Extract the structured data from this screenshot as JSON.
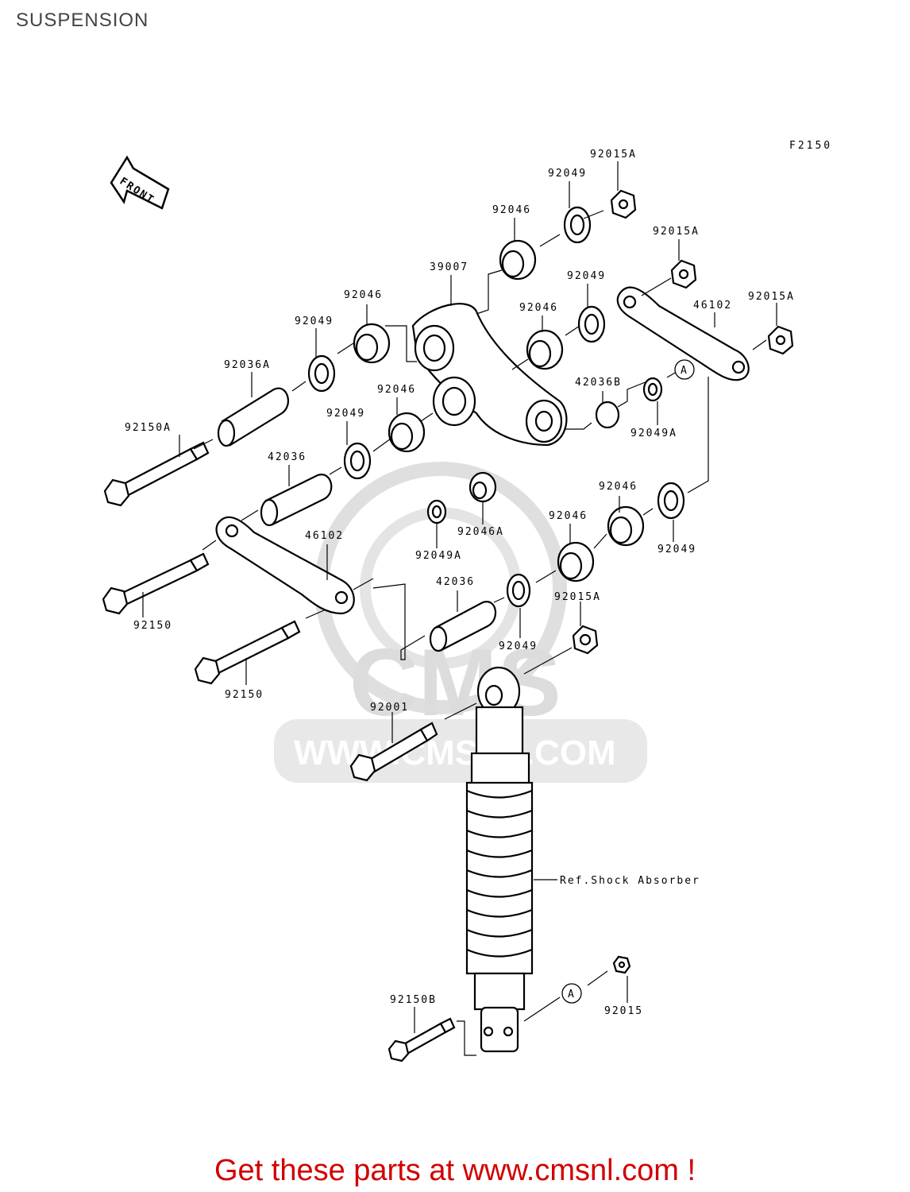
{
  "page": {
    "title": "SUSPENSION",
    "figure_code": "F2150"
  },
  "front_arrow": {
    "label": "FRONT"
  },
  "watermark": {
    "brand": "CMS",
    "url": "WWW.CMSNL.COM"
  },
  "callouts": {
    "c1": "92015A",
    "c2": "92049",
    "c3": "92046",
    "c4": "92015A",
    "c5": "39007",
    "c6": "92049",
    "c7": "92015A",
    "c8": "92046",
    "c9": "46102",
    "c10": "92049",
    "c11": "92046",
    "c12": "92036A",
    "c13": "42036B",
    "c14": "92049A",
    "c15": "92046",
    "c16": "92049",
    "c17": "92150A",
    "c18": "42036",
    "c19": "92046",
    "c20": "92046A",
    "c21": "46102",
    "c22": "92049A",
    "c23": "92046",
    "c24": "92049",
    "c25": "42036",
    "c26": "92015A",
    "c27": "92150",
    "c28": "92049",
    "c29": "92150",
    "c30": "92001",
    "c31": "Ref.Shock Absorber",
    "c32": "92150B",
    "c33": "92015"
  },
  "markers": {
    "a1": "A",
    "a2": "A"
  },
  "footer": {
    "link_text": "Get these parts at www.cmsnl.com !"
  }
}
